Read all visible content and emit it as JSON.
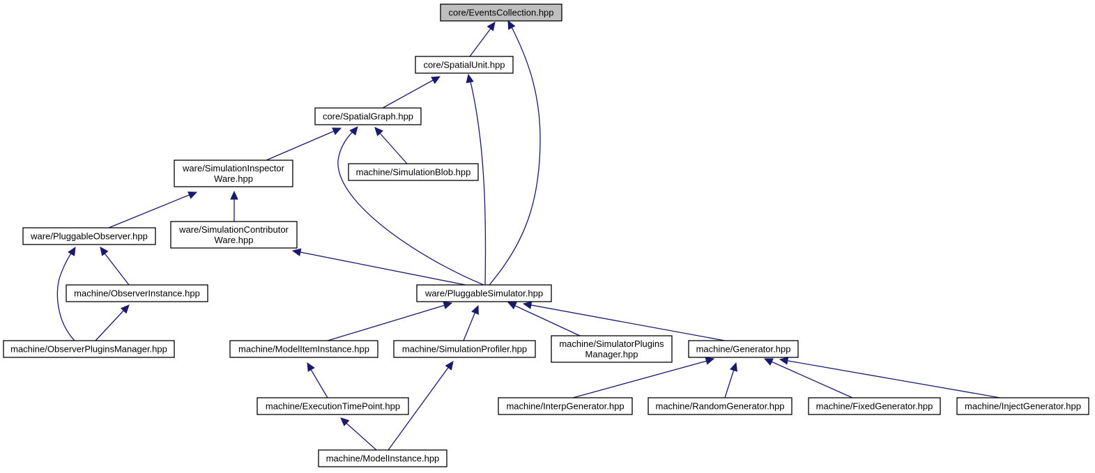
{
  "diagram": {
    "root": "core/EventsCollection.hpp",
    "colors": {
      "edge": "#191970",
      "root_fill": "#bfbfbf",
      "node_fill": "#ffffff",
      "node_border": "#000000"
    },
    "nodes": [
      {
        "id": "n0",
        "lines": [
          "core/EventsCollection.hpp"
        ],
        "root": true
      },
      {
        "id": "n1",
        "lines": [
          "core/SpatialUnit.hpp"
        ]
      },
      {
        "id": "n2",
        "lines": [
          "core/SpatialGraph.hpp"
        ]
      },
      {
        "id": "n3",
        "lines": [
          "ware/SimulationInspector",
          "Ware.hpp"
        ]
      },
      {
        "id": "n4",
        "lines": [
          "machine/SimulationBlob.hpp"
        ]
      },
      {
        "id": "n5",
        "lines": [
          "ware/PluggableObserver.hpp"
        ]
      },
      {
        "id": "n6",
        "lines": [
          "ware/SimulationContributor",
          "Ware.hpp"
        ]
      },
      {
        "id": "n7",
        "lines": [
          "machine/ObserverInstance.hpp"
        ]
      },
      {
        "id": "n8",
        "lines": [
          "ware/PluggableSimulator.hpp"
        ]
      },
      {
        "id": "n9",
        "lines": [
          "machine/ObserverPluginsManager.hpp"
        ]
      },
      {
        "id": "n10",
        "lines": [
          "machine/ModelItemInstance.hpp"
        ]
      },
      {
        "id": "n11",
        "lines": [
          "machine/SimulationProfiler.hpp"
        ]
      },
      {
        "id": "n12",
        "lines": [
          "machine/SimulatorPlugins",
          "Manager.hpp"
        ]
      },
      {
        "id": "n13",
        "lines": [
          "machine/Generator.hpp"
        ]
      },
      {
        "id": "n14",
        "lines": [
          "machine/ExecutionTimePoint.hpp"
        ]
      },
      {
        "id": "n15",
        "lines": [
          "machine/InterpGenerator.hpp"
        ]
      },
      {
        "id": "n16",
        "lines": [
          "machine/RandomGenerator.hpp"
        ]
      },
      {
        "id": "n17",
        "lines": [
          "machine/FixedGenerator.hpp"
        ]
      },
      {
        "id": "n18",
        "lines": [
          "machine/InjectGenerator.hpp"
        ]
      },
      {
        "id": "n19",
        "lines": [
          "machine/ModelInstance.hpp"
        ]
      }
    ],
    "edges": [
      {
        "from": "n1",
        "to": "n0"
      },
      {
        "from": "n8",
        "to": "n0"
      },
      {
        "from": "n2",
        "to": "n1"
      },
      {
        "from": "n8",
        "to": "n1"
      },
      {
        "from": "n3",
        "to": "n2"
      },
      {
        "from": "n4",
        "to": "n2"
      },
      {
        "from": "n8",
        "to": "n2"
      },
      {
        "from": "n5",
        "to": "n3"
      },
      {
        "from": "n6",
        "to": "n3"
      },
      {
        "from": "n7",
        "to": "n5"
      },
      {
        "from": "n9",
        "to": "n5"
      },
      {
        "from": "n8",
        "to": "n6"
      },
      {
        "from": "n9",
        "to": "n7"
      },
      {
        "from": "n10",
        "to": "n8"
      },
      {
        "from": "n11",
        "to": "n8"
      },
      {
        "from": "n12",
        "to": "n8"
      },
      {
        "from": "n13",
        "to": "n8"
      },
      {
        "from": "n14",
        "to": "n10"
      },
      {
        "from": "n19",
        "to": "n11"
      },
      {
        "from": "n15",
        "to": "n13"
      },
      {
        "from": "n16",
        "to": "n13"
      },
      {
        "from": "n17",
        "to": "n13"
      },
      {
        "from": "n18",
        "to": "n13"
      },
      {
        "from": "n19",
        "to": "n14"
      }
    ]
  }
}
